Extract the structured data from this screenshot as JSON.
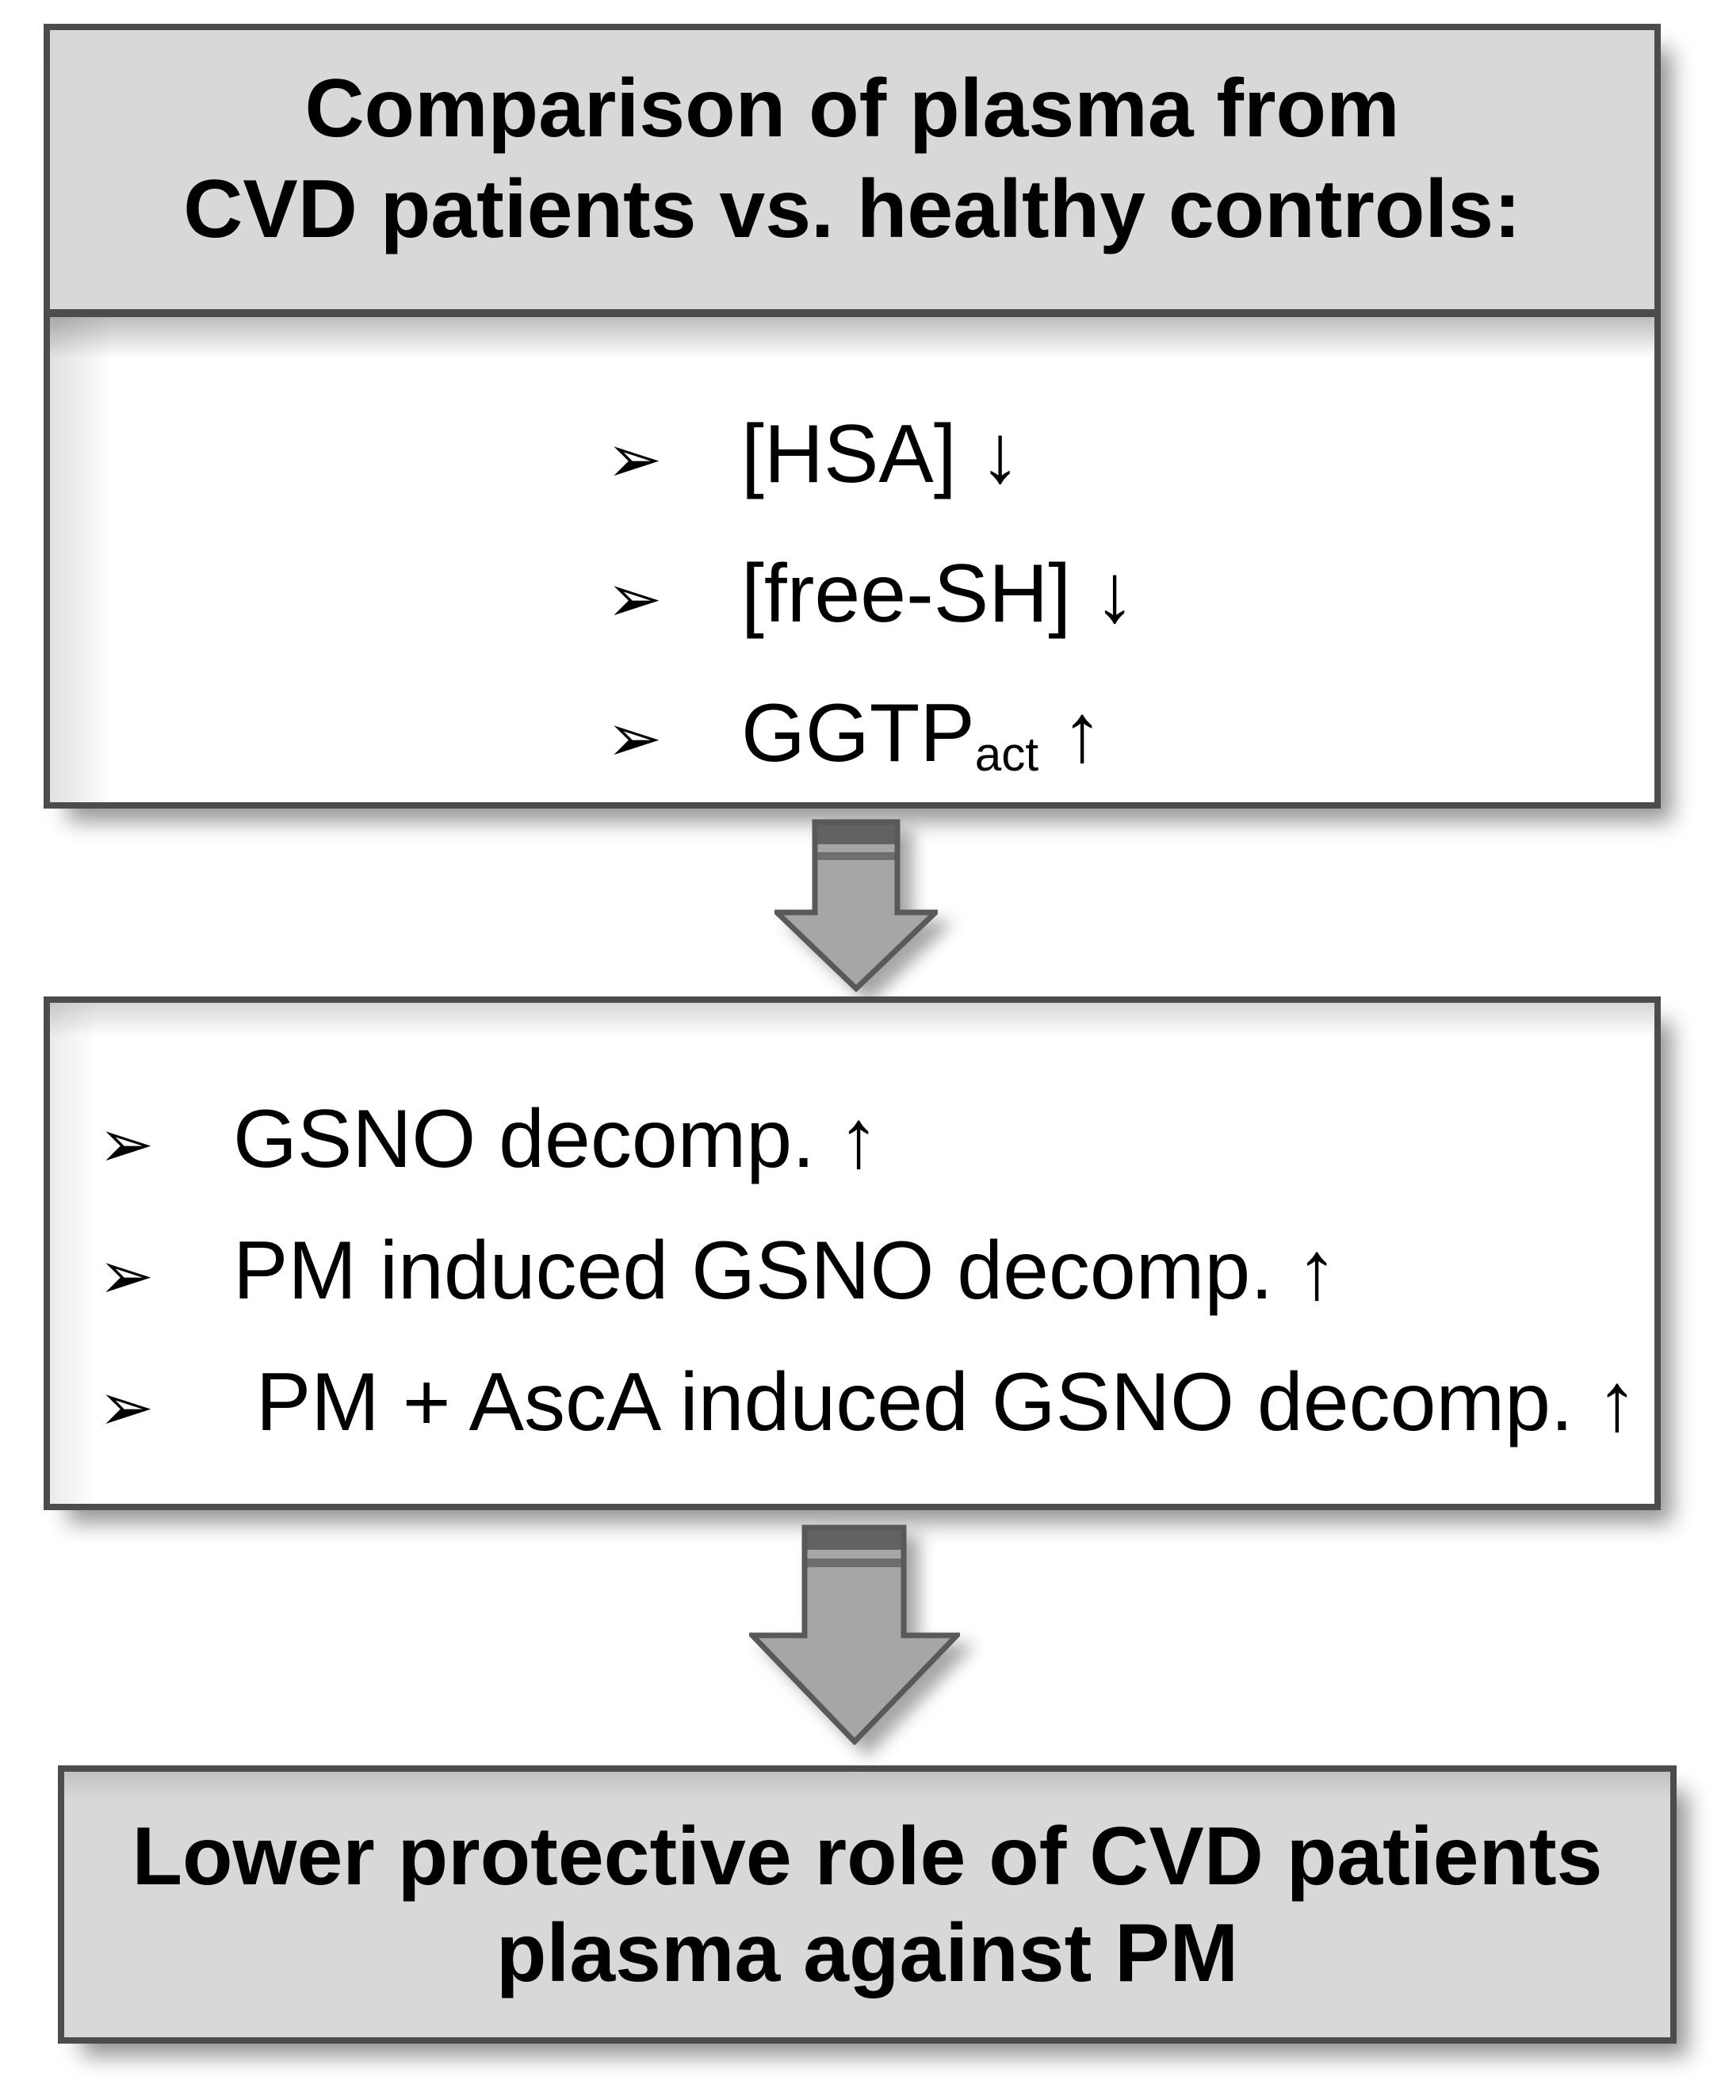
{
  "figure": {
    "type": "flowchart",
    "description_boxes": 3
  },
  "colors": {
    "box_fill_gray": "#d8d8d8",
    "box_fill_white": "#ffffff",
    "box_border": "#4c4c4c",
    "arrow_fill": "#a6a6a6",
    "arrow_stroke": "#595959",
    "text": "#000000"
  },
  "top_box": {
    "title_lines": [
      "Comparison of plasma from",
      "CVD patients vs. healthy controls:"
    ],
    "bullet_glyph": "➢",
    "bullets": [
      {
        "pre": "[HSA] ↓"
      },
      {
        "pre": "[free-SH] ↓"
      },
      {
        "pre": "GGTP",
        "sub": "act",
        "post": " ↑"
      }
    ]
  },
  "middle_box": {
    "bullet_glyph": "➢",
    "bullets": [
      {
        "pre": "GSNO decomp. ↑"
      },
      {
        "pre": "PM induced GSNO decomp. ↑"
      },
      {
        "pre": " PM + AscA induced GSNO decomp. ↑"
      }
    ]
  },
  "bottom_box": {
    "title_lines": [
      "Lower protective role of CVD patients",
      "plasma against PM"
    ]
  }
}
